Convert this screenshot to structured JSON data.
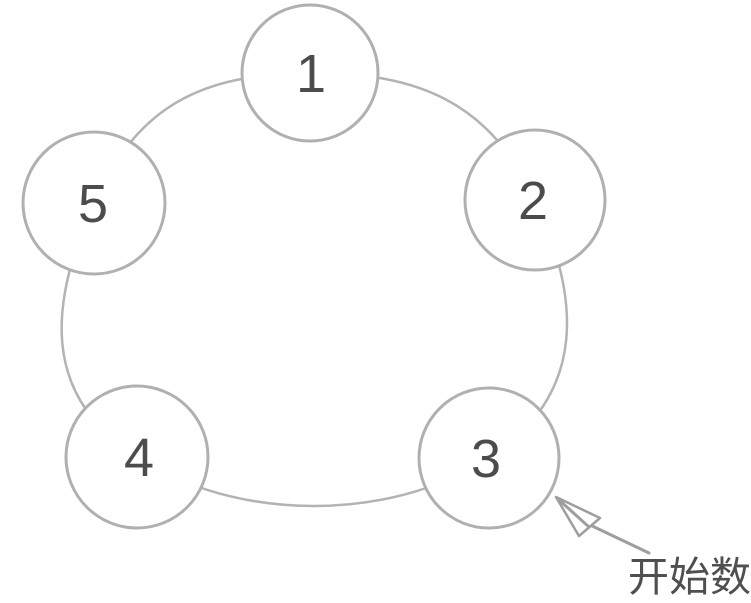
{
  "diagram": {
    "type": "circular-counting-diagram",
    "nodes": [
      {
        "label": "1",
        "position": "top"
      },
      {
        "label": "2",
        "position": "right"
      },
      {
        "label": "3",
        "position": "bottom-right"
      },
      {
        "label": "4",
        "position": "bottom-left"
      },
      {
        "label": "5",
        "position": "left"
      }
    ],
    "annotation": {
      "label": "开始数",
      "points_to": "3"
    },
    "colors": {
      "background": "#ffffff",
      "ring_stroke": "#b3b3b3",
      "circle_stroke": "#b0b0b0",
      "circle_fill": "#ffffff",
      "number_text": "#4c4c4c",
      "arrow": "#9e9e9e",
      "annotation_text": "#4f4f4f"
    }
  }
}
